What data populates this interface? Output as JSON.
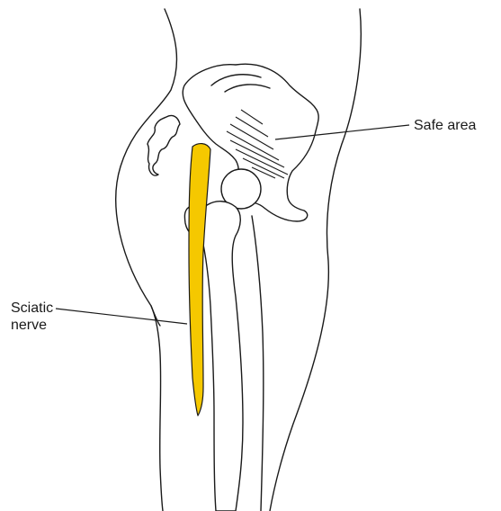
{
  "labels": {
    "safe_area": "Safe area",
    "sciatic_line1": "Sciatic",
    "sciatic_line2": "nerve"
  },
  "colors": {
    "nerve_fill": "#f5c800",
    "line": "#1a1a1a",
    "background": "#ffffff"
  }
}
